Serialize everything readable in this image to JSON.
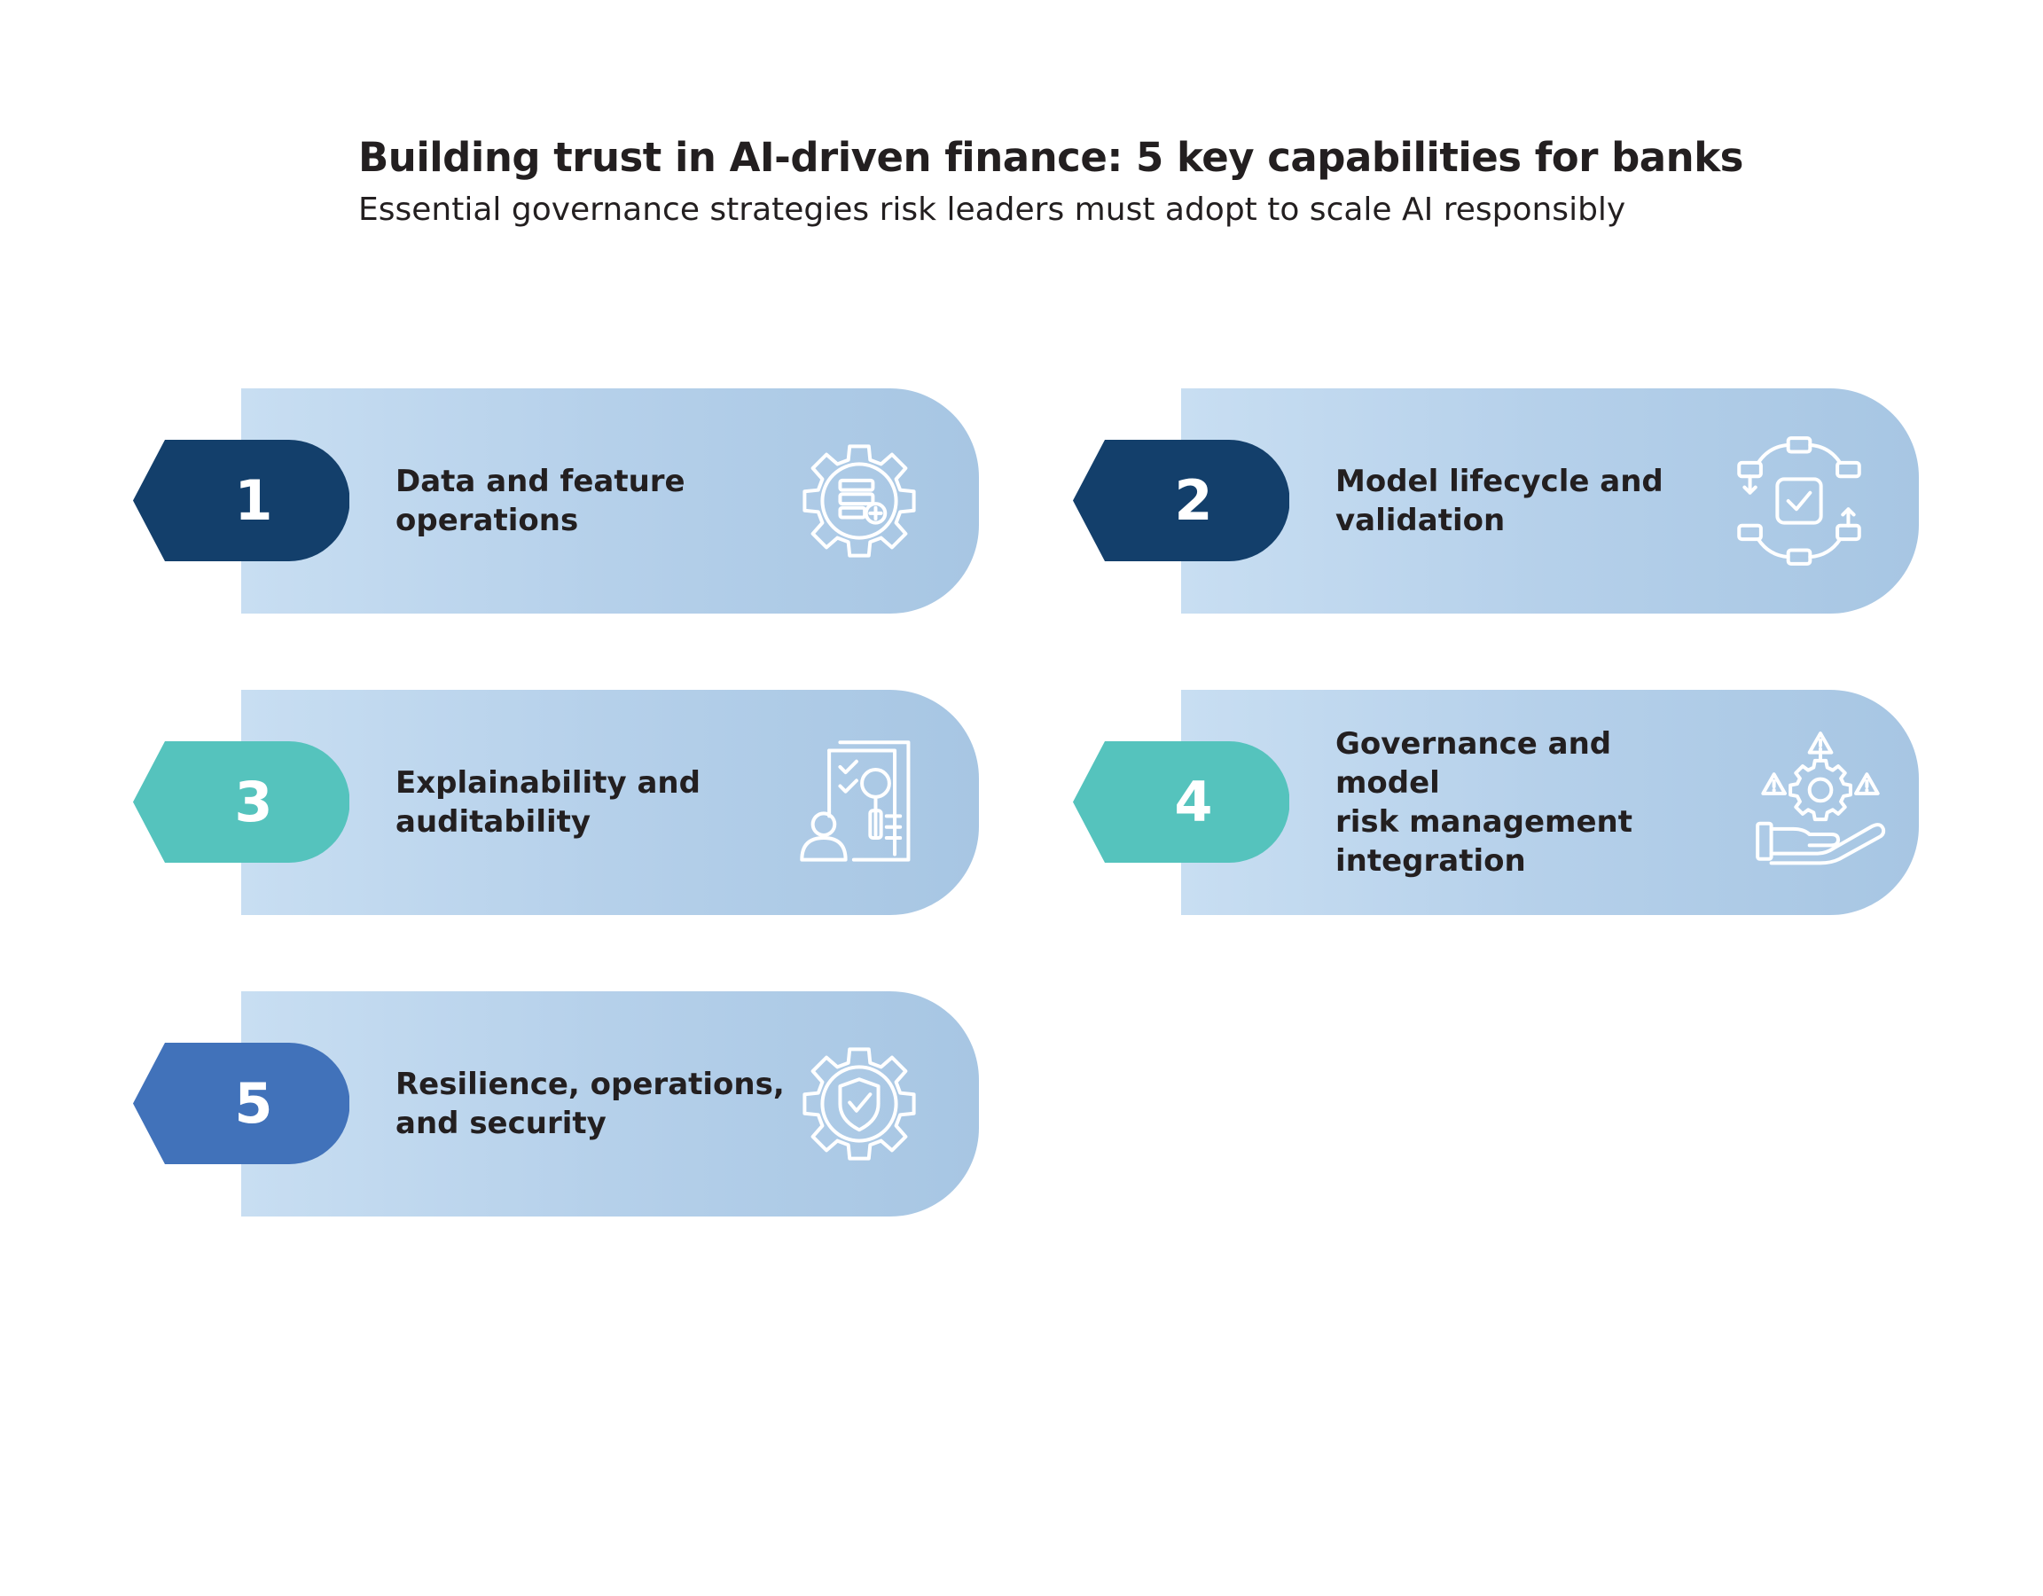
{
  "header": {
    "title": "Building trust in AI-driven finance: 5 key capabilities for banks",
    "subtitle": "Essential governance strategies risk leaders must adopt to scale AI responsibly"
  },
  "capabilities": [
    {
      "number": "1",
      "label": "Data and feature\noperations",
      "badge_color": "#133f6b",
      "icon": "data-gear-icon"
    },
    {
      "number": "2",
      "label": "Model lifecycle and\nvalidation",
      "badge_color": "#133f6b",
      "icon": "lifecycle-network-icon"
    },
    {
      "number": "3",
      "label": "Explainability and\nauditability",
      "badge_color": "#55c3bd",
      "icon": "audit-document-icon"
    },
    {
      "number": "4",
      "label": "Governance and model\nrisk management\nintegration",
      "badge_color": "#55c3bd",
      "icon": "hand-gear-risk-icon"
    },
    {
      "number": "5",
      "label": "Resilience, operations,\n and security",
      "badge_color": "#4172ba",
      "icon": "shield-gear-icon"
    }
  ]
}
